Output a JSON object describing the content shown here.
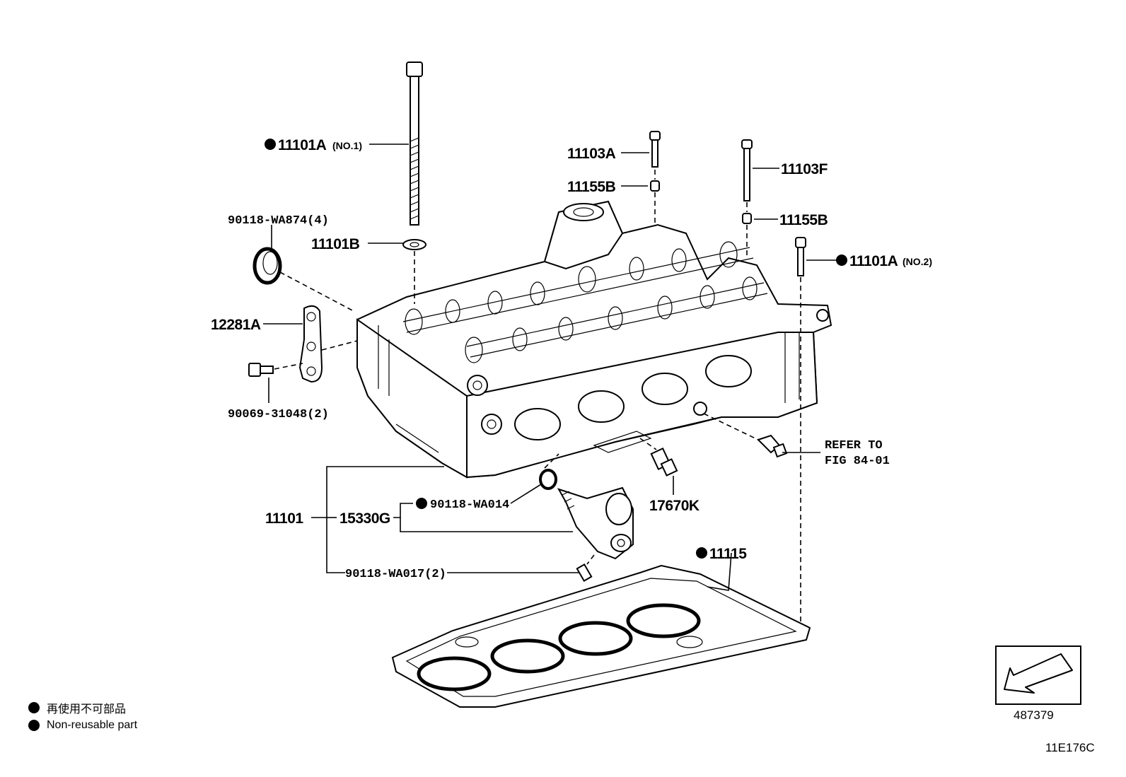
{
  "callouts": {
    "bolt_no1": "11101A",
    "bolt_no1_suffix": "(NO.1)",
    "bolt_no2": "11101A",
    "bolt_no2_suffix": "(NO.2)",
    "seal_4": "90118-WA874(4)",
    "washer": "11101B",
    "plate": "12281A",
    "plate_bolt": "90069-31048(2)",
    "stud_a": "11103A",
    "plug_b1": "11155B",
    "stud_f": "11103F",
    "plug_b2": "11155B",
    "refer_line1": "REFER TO",
    "refer_line2": "FIG 84-01",
    "sensor": "17670K",
    "head_assy": "11101",
    "ocv": "15330G",
    "oring": "90118-WA014",
    "ocv_bolt": "90118-WA017(2)",
    "gasket": "11115"
  },
  "legend": {
    "jp": "再使用不可部品",
    "en": "Non-reusable part"
  },
  "view_code": "487379",
  "figure_code": "11E176C"
}
